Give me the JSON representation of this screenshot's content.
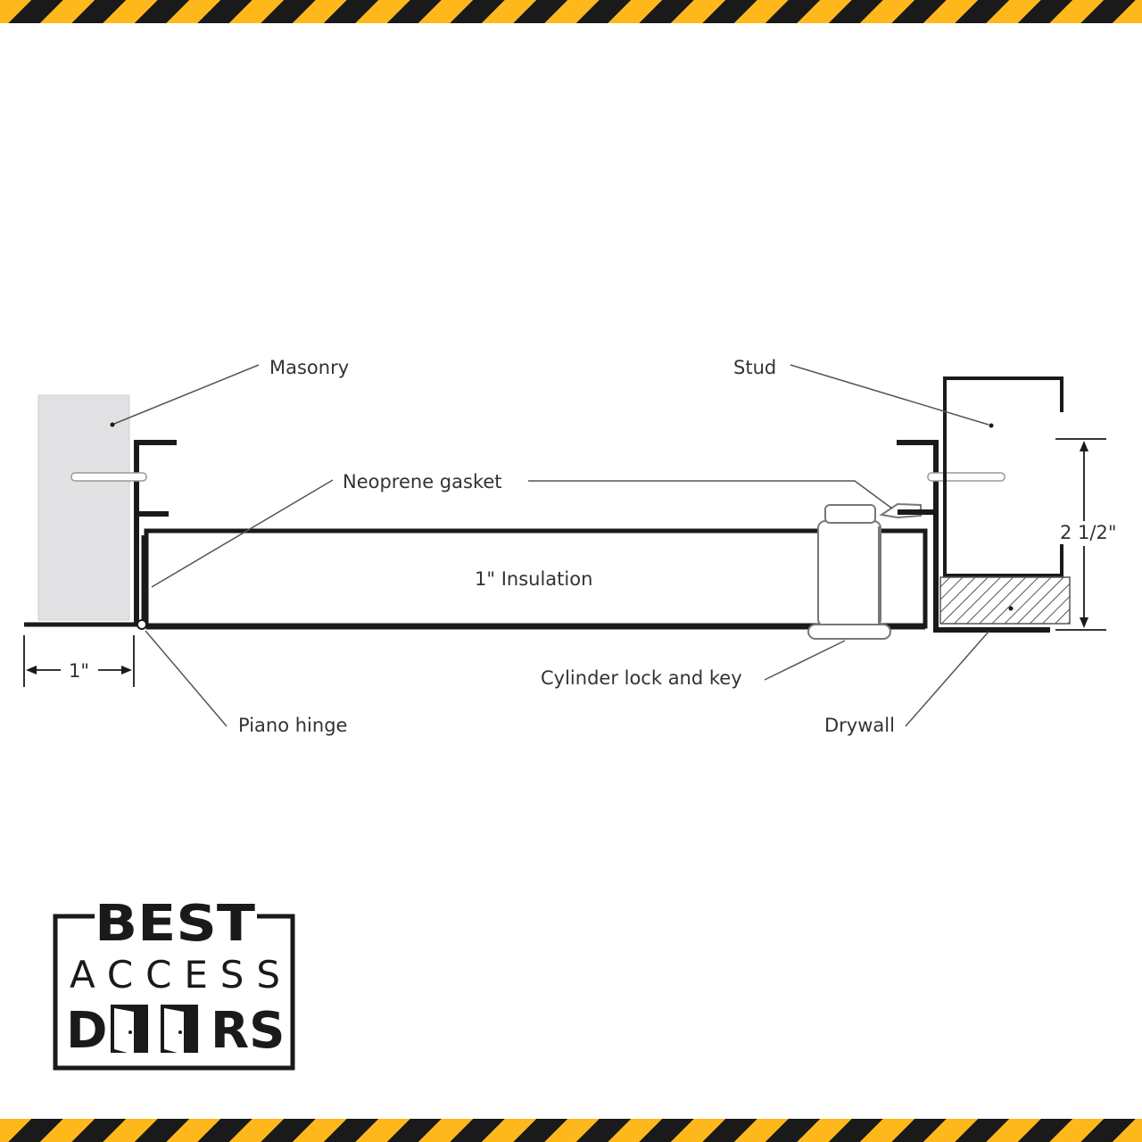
{
  "labels": {
    "masonry": "Masonry",
    "stud": "Stud",
    "neoprene_gasket": "Neoprene gasket",
    "insulation": "1\" Insulation",
    "dim_height": "2 1/2\"",
    "dim_width": "1\"",
    "cylinder_lock": "Cylinder lock and key",
    "piano_hinge": "Piano hinge",
    "drywall": "Drywall"
  },
  "logo": {
    "line1": "BEST",
    "line2": "ACCESS",
    "line3_left": "D",
    "line3_right": "RS"
  },
  "colors": {
    "hazard_yellow": "#ffb81c",
    "hazard_black": "#1a1a1a",
    "masonry_fill": "#e2e2e4",
    "line": "#1a1a1a"
  }
}
